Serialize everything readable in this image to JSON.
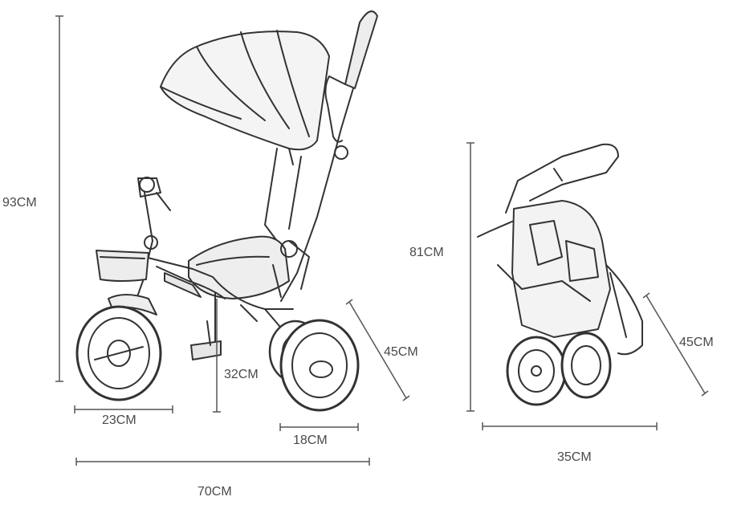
{
  "dimensions": {
    "left_view": {
      "height": "93CM",
      "rear_wheel_diameter": "23CM",
      "front_wheel_diameter": "18CM",
      "length": "70CM",
      "seat_height": "32CM",
      "wheel_height": "45CM"
    },
    "right_view": {
      "folded_height": "81CM",
      "folded_depth": "45CM",
      "width": "35CM"
    }
  }
}
